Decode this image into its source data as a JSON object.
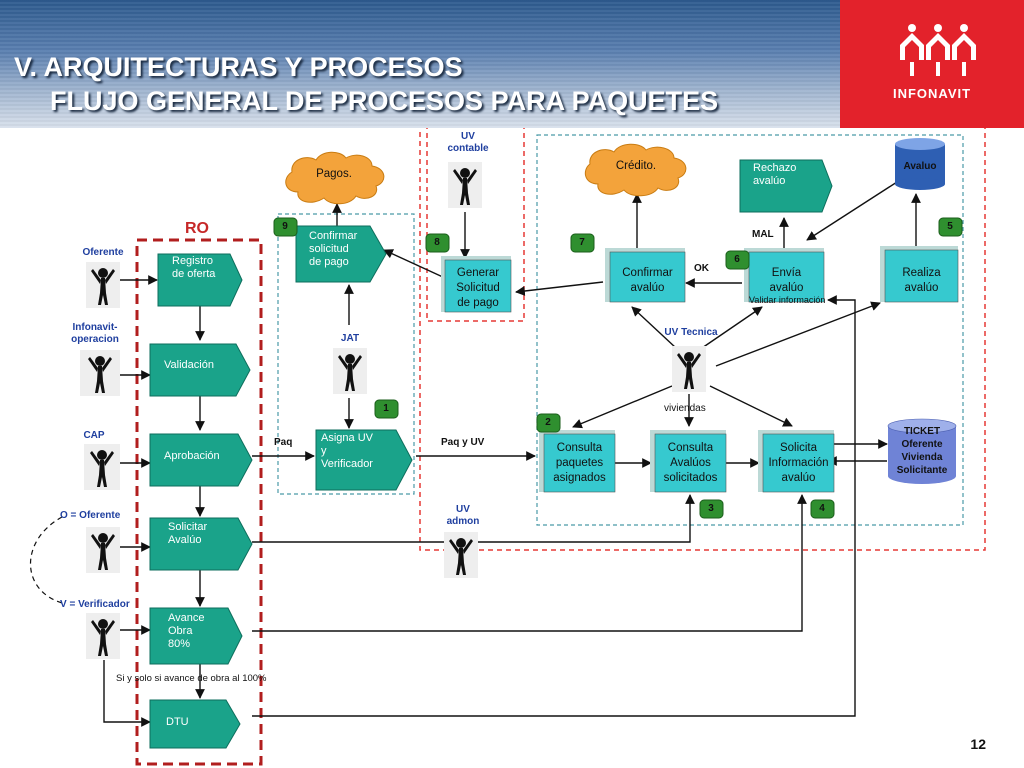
{
  "header": {
    "line1": "V. ARQUITECTURAS Y PROCESOS",
    "line2": "FLUJO GENERAL DE PROCESOS PARA PAQUETES",
    "logo_text": "INFONAVIT"
  },
  "group_label": "RO",
  "actors": {
    "oferente": "Oferente",
    "infonavit": "Infonavit-\noperacion",
    "cap": "CAP",
    "o_oferente": "O = Oferente",
    "v_verificador": "V = Verificador",
    "jat": "JAT",
    "uv_contable": "UV\ncontable",
    "uv_admon": "UV\nadmon",
    "uv_tecnica": "UV Tecnica"
  },
  "boxes": {
    "registro": "Registro\nde oferta",
    "validacion": "Validación",
    "aprobacion": "Aprobación",
    "solicitar": "Solicitar\nAvalúo",
    "avance": "Avance\nObra\n80%",
    "dtu": "DTU",
    "confirmar_pago": "Confirmar\nsolicitud\nde pago",
    "asigna": "Asigna UV\ny\nVerificador",
    "generar": "Generar\nSolicitud\nde pago",
    "confirmar_avaluo": "Confirmar\navalúo",
    "envia": "Envía\navalúo",
    "realiza": "Realiza\navalúo",
    "consulta_paquetes": "Consulta\npaquetes\nasignados",
    "consulta_avaluos": "Consulta\nAvalúos\nsolicitados",
    "solicita_info": "Solicita\nInformación\navalúo",
    "rechazo": "Rechazo\navalúo"
  },
  "clouds": {
    "pagos": "Pagos.",
    "credito": "Crédito."
  },
  "cylinder": "Avaluo",
  "ticket": "TICKET\nOferente\nVivienda\nSolicitante",
  "numbers": [
    "1",
    "2",
    "3",
    "4",
    "5",
    "6",
    "7",
    "8",
    "9"
  ],
  "edge_labels": {
    "paq": "Paq",
    "paq_uv": "Paq y UV",
    "ok": "OK",
    "mal": "MAL",
    "validar": "Validar información",
    "viviendas": "viviendas",
    "condicion": "Si y solo si avance de obra al 100%"
  },
  "page_number": "12",
  "colors": {
    "teal": "#1aa38a",
    "cyan": "#36c9cf",
    "orange": "#f3a33b",
    "red_dash": "#e53935",
    "blue_dash": "#4a9aa8",
    "ticket": "#6f83d6"
  }
}
